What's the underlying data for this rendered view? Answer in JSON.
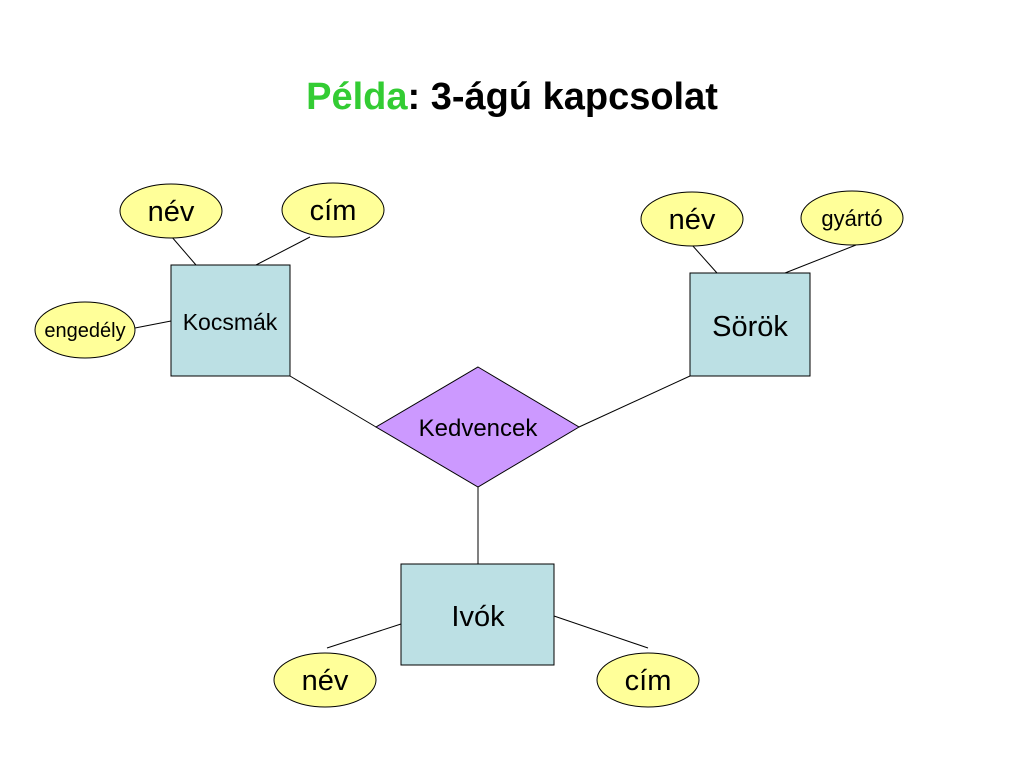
{
  "slide": {
    "title_accent": "Példa",
    "title_rest": ": 3-ágú kapcsolat"
  },
  "diagram": {
    "entities": {
      "kocsmak": "Kocsmák",
      "sorok": "Sörök",
      "ivok": "Ivók"
    },
    "relationship": "Kedvencek",
    "attributes": {
      "kocsmak_nev": "név",
      "kocsmak_cim": "cím",
      "kocsmak_engedely": "engedély",
      "sorok_nev": "név",
      "sorok_gyarto": "gyártó",
      "ivok_nev": "név",
      "ivok_cim": "cím"
    }
  },
  "colors": {
    "title_accent": "#33cc33",
    "entity_fill": "#bce0e4",
    "attribute_fill": "#ffff99",
    "relationship_fill": "#cc99ff",
    "stroke": "#000000"
  }
}
